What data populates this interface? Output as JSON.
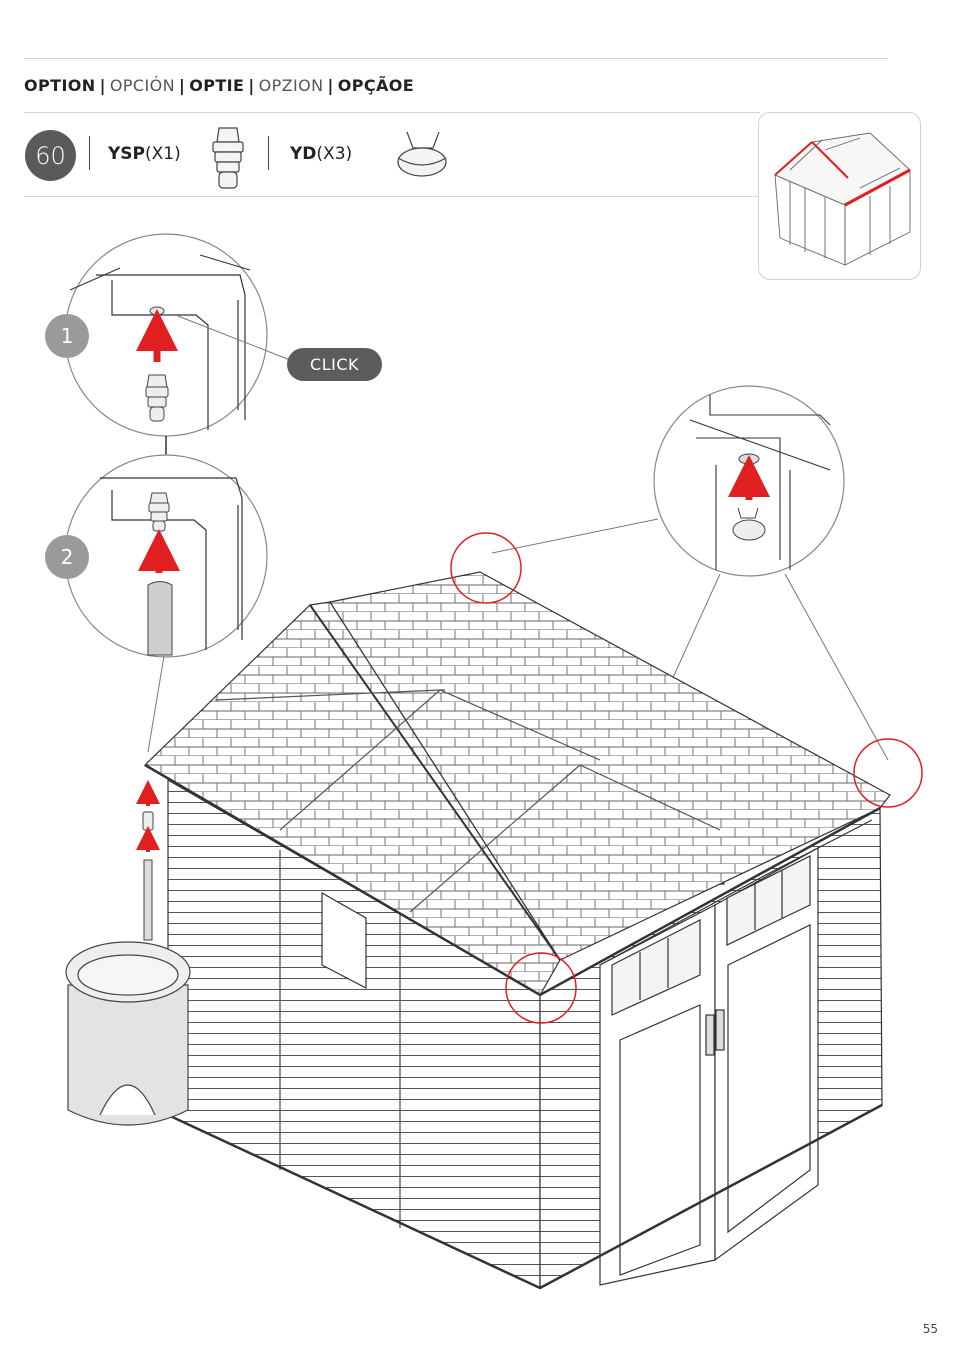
{
  "heading": {
    "items": [
      {
        "text": "OPTION",
        "bold": true
      },
      {
        "text": "OPCIÓN",
        "bold": false
      },
      {
        "text": "OPTIE",
        "bold": true
      },
      {
        "text": "OPZION",
        "bold": false
      },
      {
        "text": "OPÇÃOE",
        "bold": true
      }
    ],
    "separator": "|"
  },
  "step": {
    "number": "60"
  },
  "parts": [
    {
      "code": "YSP",
      "qty": "(X1)",
      "icon": "ysp-connector-icon"
    },
    {
      "code": "YD",
      "qty": "(X3)",
      "icon": "yd-cap-icon"
    }
  ],
  "details": {
    "sub_steps": [
      "1",
      "2"
    ],
    "click_label": "CLICK"
  },
  "colors": {
    "accent": "#e02020",
    "badge": "#5a5a5a",
    "sub_badge": "#9a9a9a"
  },
  "page_number": "55"
}
